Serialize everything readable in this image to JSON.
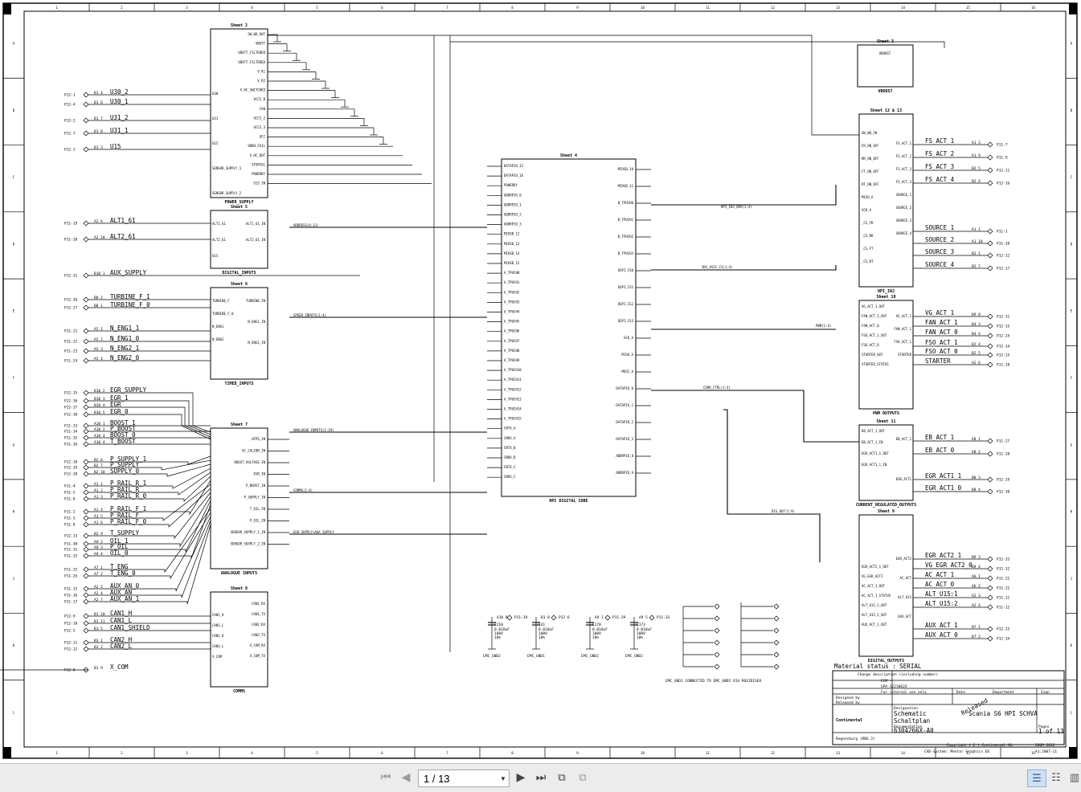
{
  "schematic": {
    "grid_numbers": [
      "1",
      "2",
      "3",
      "4",
      "5",
      "6",
      "7",
      "8",
      "9",
      "10",
      "11",
      "12",
      "13",
      "14",
      "15",
      "16"
    ],
    "grid_letters": [
      "A",
      "B",
      "C",
      "D",
      "E",
      "F",
      "G",
      "H",
      "J",
      "K",
      "L"
    ],
    "blocks": {
      "power_supply": {
        "sheet": "Sheet 2",
        "name": "POWER_SUPPLY",
        "pins": [
          "SW_WD_OUT",
          "VBATT",
          "VBATT_FILTERED",
          "VBATT_FILTERED",
          "V_R1",
          "V_R2",
          "V_HC_SWITCHED",
          "VCC5_B",
          "CAN",
          "UCC5_2",
          "UCC5_3",
          "UCC",
          "VDDH_FAIL",
          "V_HC_OUT",
          "STOPCOL",
          "POWERDY",
          "U15_IN"
        ],
        "left_pins": [
          "U30",
          "U31",
          "U15",
          "SENSOR_SUPPLY_1",
          "SENSOR_SUPPLY_2"
        ]
      },
      "digital_inputs": {
        "sheet": "Sheet 5",
        "name": "DIGITAL_INPUTS",
        "pins": [
          "ALT1_61",
          "ALT2_61",
          "U15",
          "ALT1_61_IN",
          "ALT2_61_IN"
        ]
      },
      "timed_inputs": {
        "sheet": "Sheet 6",
        "name": "TIMED_INPUTS",
        "pins": [
          "TURBINE_F",
          "TURBINE_F_0",
          "N_ENG1",
          "N_ENG2",
          "TURBINE_IN",
          "N_ENG1_IN",
          "N_ENG2_IN"
        ]
      },
      "analogue_inputs": {
        "sheet": "Sheet 7",
        "name": "ANALOGUE INPUTS",
        "pins": [
          "UFPS_IN",
          "VC_CALIBR_IN",
          "BOOST_VOLTAGE_IN",
          "EGR_IN",
          "P_BOOST_IN",
          "P_SUPPLY_IN",
          "T_OIL_IN",
          "P_OIL_IN",
          "SENSOR_SUPPLY_1_IN",
          "SENSOR_SUPPLY_2_IN"
        ]
      },
      "comms": {
        "sheet": "Sheet 8",
        "name": "COMMS",
        "pins": [
          "CAN1_H",
          "CAN1_L",
          "CAN2_H",
          "CAN2_L",
          "X_COM",
          "CAN1_RX",
          "CAN1_TX",
          "CAN2_RX",
          "CAN2_TX",
          "X_COM_RX",
          "X_COM_TX"
        ]
      },
      "digital_core": {
        "sheet": "Sheet 4",
        "name": "HPI DIGITAL CORE",
        "left_pins": [
          "DATAPIO_15",
          "DATAPIO_16",
          "POWERDY",
          "ADDRPIO_0",
          "ADDRPIO_1",
          "ADDRPIO_2",
          "ADDRPIO_3",
          "MIOSB_12",
          "MIOSB_13",
          "MIOSB_14",
          "MIOSB_15",
          "A_TPUCH0",
          "A_TPUCH1",
          "A_TPUCH2",
          "A_TPUCH3",
          "A_TPUCH4",
          "A_TPUCH5",
          "A_TPUCH6",
          "A_TPUCH7",
          "A_TPUCH8",
          "A_TPUCH9",
          "A_TPUCH10",
          "A_TPUCH11",
          "A_TPUCH12",
          "A_TPUCH13",
          "A_TPUCH14",
          "A_TPUCH15",
          "CNTX_A",
          "CNRX_A",
          "CNTX_B",
          "CNRX_B",
          "CNTX_C",
          "CNRX_C"
        ],
        "right_pins": [
          "MIOSB_10",
          "MIOSB_11",
          "B_TPUCH0",
          "B_TPUCH1",
          "B_TPUCH2",
          "B_TPUCH3",
          "QSPI_CS0",
          "QSPI_CS1",
          "QSPI_CS2",
          "QSPI_CS3",
          "SCK_A",
          "MISO_A",
          "MOSI_A",
          "DATAPIO_0",
          "DATAPIO_1",
          "DATAPIO_2",
          "DATAPIO_3",
          "ADDRPIO_8",
          "ADDRPIO_9"
        ]
      },
      "vboost": {
        "sheet": "Sheet 3",
        "name": "VBOOST",
        "pins": [
          "VBOOST"
        ]
      },
      "hpi_inj": {
        "sheet": "Sheet 12 & 13",
        "name": "HPI_INJ",
        "pins": [
          "SW_WD_IN",
          "FR_ON_OFF",
          "RR_ON_OFF",
          "FT_ON_OFF",
          "RT_ON_OFF",
          "MISO_A",
          "SCK_A",
          "_CS_FR",
          "_CS_RR",
          "_CS_FT",
          "_CS_RT",
          "FS_ACT_1",
          "FS_ACT_2",
          "FS_ACT_3",
          "FS_ACT_4",
          "SOURCE_1",
          "SOURCE_2",
          "SOURCE_3",
          "SOURCE_4"
        ]
      },
      "pwm_outputs": {
        "sheet": "Sheet 10",
        "name": "PWM OUTPUTS",
        "pins": [
          "VG_ACT_1_OUT",
          "FAN_ACT_1_OUT",
          "FAN_ACT_0",
          "FSO_ACT_1_OUT",
          "FSO_ACT_0",
          "STARTER_OUT",
          "STARTER_STATUS",
          "VG_ACT_1",
          "FAN_ACT_1",
          "FSO_ACT_1",
          "STARTER"
        ]
      },
      "current_regulated_outputs": {
        "sheet": "Sheet 11",
        "name": "CURRENT_REGULATED_OUTPUTS",
        "pins": [
          "EB_ACT_1_OUT",
          "EB_ACT_1_IN",
          "EGR_ACT1_1_OUT",
          "EGR_ACT1_1_IN",
          "EB_ACT_1",
          "EGR_ACT1"
        ]
      },
      "digital_outputs": {
        "sheet": "Sheet 9",
        "name": "DIGITAL_OUTPUTS",
        "pins": [
          "EGR_ACT2_1_OUT",
          "VG_EGR_ACT2",
          "AC_ACT_1_OUT",
          "AC_ACT_1_STATUS",
          "ALT_U15_1_OUT",
          "ALT_U15_2_OUT",
          "AUX_ACT_1_OUT",
          "EGR_ACT2",
          "AC_ACT",
          "ALT_U15",
          "AUX_ACT"
        ]
      }
    },
    "inputs": [
      {
        "conn": "P12-1",
        "pin": "B1 4",
        "signal": "U30_2"
      },
      {
        "conn": "P12-4",
        "pin": "B1 6",
        "signal": "U30_1"
      },
      {
        "conn": "P12-2",
        "pin": "B1 7",
        "signal": "U31_2"
      },
      {
        "conn": "P12-7",
        "pin": "B1 8",
        "signal": "U31_1"
      },
      {
        "conn": "P12-3",
        "pin": "B1 3",
        "signal": "U15"
      },
      {
        "conn": "P11-19",
        "pin": "A2 6",
        "signal": "ALT1_61"
      },
      {
        "conn": "P11-20",
        "pin": "A2 10",
        "signal": "ALT2_61"
      },
      {
        "conn": "P12-31",
        "pin": "B10 1",
        "signal": "AUX_SUPPLY"
      },
      {
        "conn": "P12-26",
        "pin": "B8 2",
        "signal": "TURBINE_F_1"
      },
      {
        "conn": "P12-27",
        "pin": "B8 1",
        "signal": "TURBINE_F_0"
      },
      {
        "conn": "P11-21",
        "pin": "A5 1",
        "signal": "N_ENG1_1"
      },
      {
        "conn": "P11-22",
        "pin": "A5 2",
        "signal": "N_ENG1_0"
      },
      {
        "conn": "P11-23",
        "pin": "A5 3",
        "signal": "N_ENG2_1"
      },
      {
        "conn": "P11-24",
        "pin": "A5 4",
        "signal": "N_ENG2_0"
      },
      {
        "conn": "P12-35",
        "pin": "B10 2",
        "signal": "EGR_SUPPLY"
      },
      {
        "conn": "P12-36",
        "pin": "B10 3",
        "signal": "EGR_1"
      },
      {
        "conn": "P12-37",
        "pin": "B10 4",
        "signal": "EGR"
      },
      {
        "conn": "P12-38",
        "pin": "B10 5",
        "signal": "EGR_0"
      },
      {
        "conn": "P11-33",
        "pin": "A10 1",
        "signal": "BOOST_1"
      },
      {
        "conn": "P11-34",
        "pin": "A10 2",
        "signal": "P_BOOST"
      },
      {
        "conn": "P11-35",
        "pin": "A10 3",
        "signal": "BOOST_0"
      },
      {
        "conn": "P11-36",
        "pin": "A10 4",
        "signal": "T_BOOST"
      },
      {
        "conn": "P12-18",
        "pin": "B2 6",
        "signal": "P_SUPPLY_1"
      },
      {
        "conn": "P12-19",
        "pin": "B2 7",
        "signal": "P_SUPPLY"
      },
      {
        "conn": "P12-20",
        "pin": "B2 10",
        "signal": "SUPPLY_0"
      },
      {
        "conn": "P11-4",
        "pin": "A1 1",
        "signal": "P_RAIL_R_1"
      },
      {
        "conn": "P11-5",
        "pin": "A1 2",
        "signal": "P_RAIL_R"
      },
      {
        "conn": "P11-6",
        "pin": "A1 3",
        "signal": "P_RAIL_R_0"
      },
      {
        "conn": "P11-2",
        "pin": "A1 4",
        "signal": "P_RAIL_F_1"
      },
      {
        "conn": "P11-3",
        "pin": "A1 5",
        "signal": "P_RAIL_F"
      },
      {
        "conn": "P11-8",
        "pin": "A1 6",
        "signal": "P_RAIL_F_0"
      },
      {
        "conn": "P12-13",
        "pin": "B2 9",
        "signal": "T_SUPPLY"
      },
      {
        "conn": "P11-30",
        "pin": "A9 2",
        "signal": "OIL_1"
      },
      {
        "conn": "P11-31",
        "pin": "A9 3",
        "signal": "P_OIL"
      },
      {
        "conn": "P11-32",
        "pin": "A9 4",
        "signal": "OIL_0"
      },
      {
        "conn": "P11-25",
        "pin": "A7 1",
        "signal": "T_ENG"
      },
      {
        "conn": "P11-26",
        "pin": "A7 2",
        "signal": "T_ENG_0"
      },
      {
        "conn": "P11-15",
        "pin": "A2 5",
        "signal": "AUX_AN_0"
      },
      {
        "conn": "P11-16",
        "pin": "A2 4",
        "signal": "AUX_AN"
      },
      {
        "conn": "P11-17",
        "pin": "A2 7",
        "signal": "AUX_AN_1"
      },
      {
        "conn": "P12-9",
        "pin": "B1 10",
        "signal": "CAN1_H"
      },
      {
        "conn": "P12-10",
        "pin": "B1 11",
        "signal": "CAN1_L"
      },
      {
        "conn": "P12-5",
        "pin": "B1 5",
        "signal": "CAN1_SHIELD"
      },
      {
        "conn": "P12-11",
        "pin": "B3 1",
        "signal": "CAN2_H"
      },
      {
        "conn": "P12-12",
        "pin": "B3 2",
        "signal": "CAN2_L"
      },
      {
        "conn": "P12-8",
        "pin": "B1 9",
        "signal": "X_COM"
      }
    ],
    "outputs_hpi": [
      {
        "signal": "FS_ACT_1",
        "pin": "A1 3",
        "conn": "P11-7"
      },
      {
        "signal": "FS_ACT_2",
        "pin": "A1 9",
        "conn": "P11-9"
      },
      {
        "signal": "FS_ACT_3",
        "pin": "B2 5",
        "conn": "P12-11"
      },
      {
        "signal": "FS_ACT_4",
        "pin": "B2 4",
        "conn": "P12-16"
      },
      {
        "signal": "SOURCE_1",
        "pin": "A1 1",
        "conn": "P11-1"
      },
      {
        "signal": "SOURCE_2",
        "pin": "A1 10",
        "conn": "P11-10"
      },
      {
        "signal": "SOURCE_3",
        "pin": "B2 1",
        "conn": "P12-12"
      },
      {
        "signal": "SOURCE_4",
        "pin": "B2 7",
        "conn": "P12-17"
      }
    ],
    "outputs_pwm": [
      {
        "signal": "VG_ACT_1",
        "pin": "B9 8",
        "conn": "P12-31"
      },
      {
        "signal": "FAN_ACT_1",
        "pin": "B4 3",
        "conn": "P12-15"
      },
      {
        "signal": "FAN_ACT_0",
        "pin": "B4 4",
        "conn": "P12-24"
      },
      {
        "signal": "FSO_ACT_1",
        "pin": "B2 4",
        "conn": "P12-14"
      },
      {
        "signal": "FSO_ACT_0",
        "pin": "B2 5",
        "conn": "P12-15"
      },
      {
        "signal": "STARTER",
        "pin": "A2 6",
        "conn": "P11-18"
      }
    ],
    "outputs_current": [
      {
        "signal": "EB_ACT_1",
        "pin": "A8 1",
        "conn": "P11-27"
      },
      {
        "signal": "EB_ACT_0",
        "pin": "A8 2",
        "conn": "P11-28"
      },
      {
        "signal": "EGR_ACT1_1",
        "pin": "B8 3",
        "conn": "P12-29"
      },
      {
        "signal": "EGR_ACT1_0",
        "pin": "B8 4",
        "conn": "P12-30"
      }
    ],
    "outputs_digital": [
      {
        "signal": "EGR_ACT2_1",
        "pin": "B9 3",
        "conn": "P12-33"
      },
      {
        "signal": "VG_EGR_ACT2_0",
        "pin": "B9 4",
        "conn": "P12-32"
      },
      {
        "signal": "AC_ACT_1",
        "pin": "A6 1",
        "conn": "P11-22"
      },
      {
        "signal": "AC_ACT_0",
        "pin": "A6 2",
        "conn": "P11-22"
      },
      {
        "signal": "ALT_U15:1",
        "pin": "A2 3",
        "conn": "P11-11"
      },
      {
        "signal": "ALT_U15:2",
        "pin": "A2 4",
        "conn": "P11-12"
      },
      {
        "signal": "AUX_ACT_1",
        "pin": "B7 1",
        "conn": "P12-25"
      },
      {
        "signal": "AUX_ACT_0",
        "pin": "B7 2",
        "conn": "P12-34"
      }
    ],
    "bus_labels": [
      "ADDRESS(6:13)",
      "SPEED_INPUTS(1:4)",
      "ANALOGUE_INPUTS(1:19)",
      "COMMS(1:4)",
      "EGR_SUPPLY+AUX_SUPPLY",
      "HPI_INJ_DRV(1:4)",
      "INJ_ASIC_CS(1:4)",
      "PWM(1:4)",
      "CURR_CTRL(1:4)",
      "DIG_OUT(1:9)"
    ],
    "emc_caps": [
      {
        "ref": "A10 8",
        "conn": "P11-39",
        "c": "C210",
        "val": "0.010uF",
        "v": "100V",
        "tol": "10%",
        "gnd": "EMC_GND2"
      },
      {
        "ref": "B1 8",
        "conn": "P12-6",
        "c": "C41",
        "val": "0.010uF",
        "v": "100V",
        "tol": "10%",
        "gnd": "EMC_GND1"
      },
      {
        "ref": "A9 1",
        "conn": "P11-29",
        "c": "C170",
        "val": "0.010uF",
        "v": "100V",
        "tol": "10%",
        "gnd": "EMC_GND2"
      },
      {
        "ref": "A9 5",
        "conn": "P11-33",
        "c": "C173",
        "val": "0.010uF",
        "v": "100V",
        "tol": "10%",
        "gnd": "EMC_GND2"
      }
    ],
    "emc_note": "EMC_GND1 CONNECTED TO EMC_GND2 VIA ROGIDISER",
    "title_block": {
      "material_status": "Material status : SERIAL",
      "change_desc": "Change description (including number)",
      "ecm": "ECM -",
      "doc_no": "SPA-12210623",
      "internal": "For internal use only",
      "date": "Date",
      "department": "Department",
      "sign": "Sign",
      "designed": "Designed by",
      "released_by": "Released by",
      "description_label": "Designation",
      "schematic": "Schematic",
      "schaltplan": "Schaltplan",
      "title": "Scania S6 HPI SCHVA",
      "documentation": "Documentation",
      "doc_code": "6304266X-A0",
      "pages_label": "Pages",
      "pages": "1 of 13",
      "copyright": "Copyright ( C ) Continental AG.",
      "copyright_years": "2009 2012",
      "location": "Regensburg (RBG 2)",
      "cad": "CAD-System: Mentor Graphics DX",
      "rev": "A1:2007-11",
      "company": "Continental",
      "stamp": "Released"
    }
  },
  "toolbar": {
    "page_value": "1 / 13",
    "first_icon": "first-page-icon",
    "prev_icon": "prev-page-icon",
    "next_icon": "next-page-icon",
    "last_icon": "last-page-icon"
  }
}
